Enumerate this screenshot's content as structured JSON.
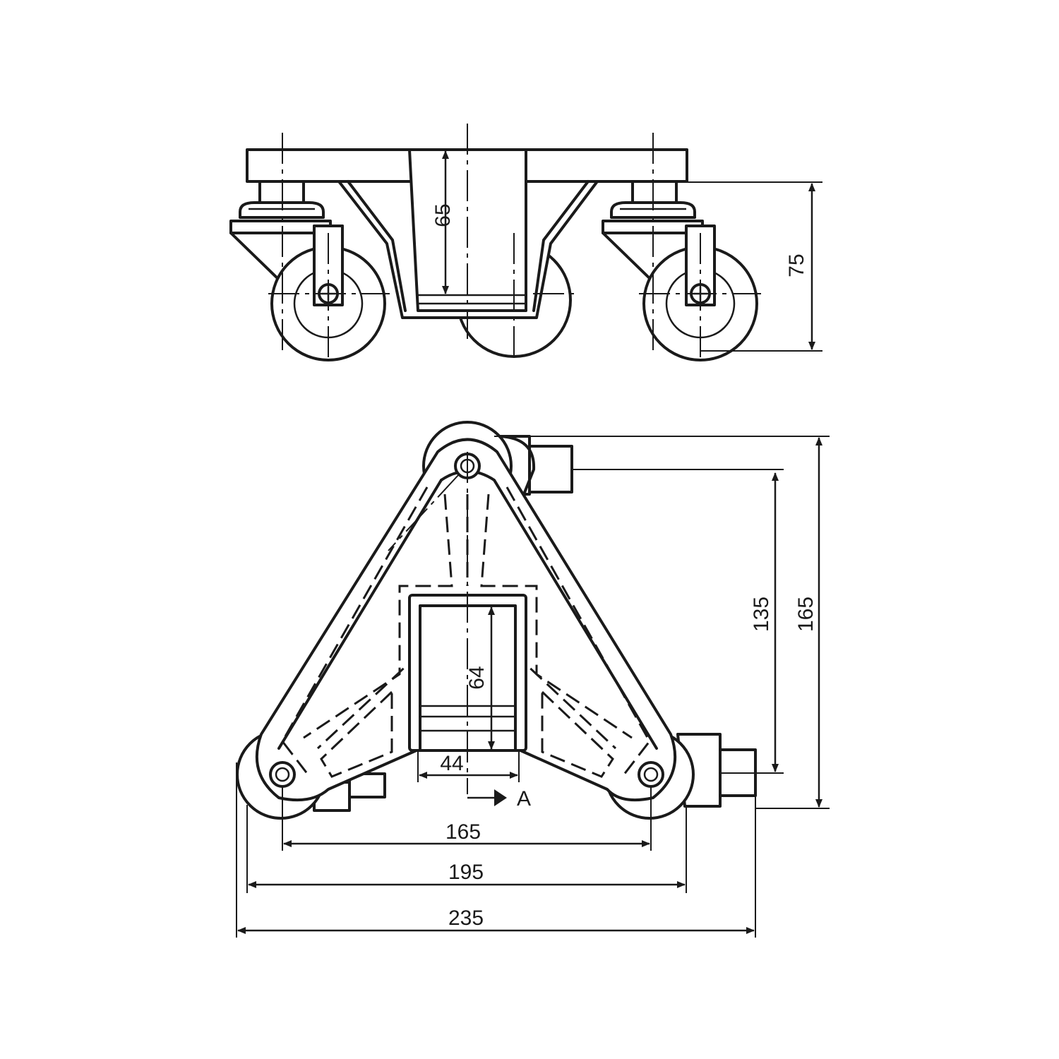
{
  "dimensions": {
    "height_75": "75",
    "depth_65": "65",
    "overall_165_v": "165",
    "inner_135": "135",
    "socket_64": "64",
    "socket_44": "44",
    "pitch_165": "165",
    "width_195": "195",
    "overall_235": "235"
  },
  "section_marker": "A",
  "colors": {
    "line": "#1a1a1a",
    "background": "#ffffff"
  }
}
